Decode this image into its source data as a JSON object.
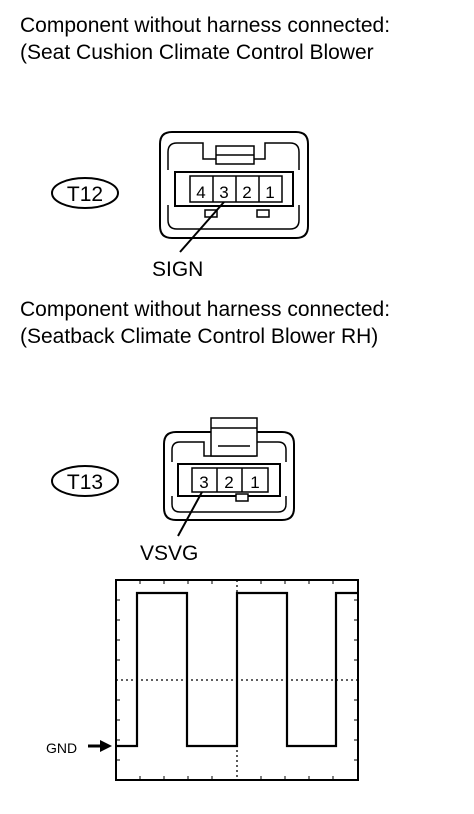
{
  "sections": [
    {
      "caption_line1": "Component without harness connected:",
      "caption_line2": "(Seat Cushion Climate Control Blower",
      "connector_id": "T12",
      "pins": [
        "4",
        "3",
        "2",
        "1"
      ],
      "signal_label": "SIGN"
    },
    {
      "caption_line1": "Component without harness connected:",
      "caption_line2": "(Seatback Climate Control Blower RH)",
      "connector_id": "T13",
      "pins": [
        "3",
        "2",
        "1"
      ],
      "signal_label": "VSVG"
    }
  ],
  "waveform": {
    "ground_label": "GND",
    "ground_arrow": "arrow-right-icon"
  }
}
